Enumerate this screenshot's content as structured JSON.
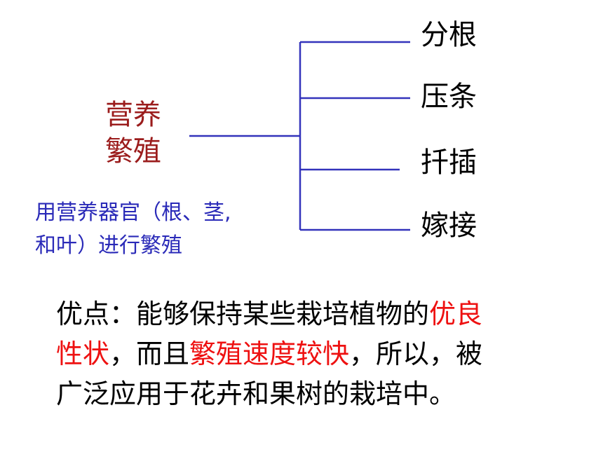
{
  "root": {
    "line1": "营养",
    "line2": "繁殖"
  },
  "description": {
    "line1": "用营养器官（根、茎,",
    "line2": "和叶）进行繁殖"
  },
  "branches": [
    {
      "label": "分根"
    },
    {
      "label": "压条"
    },
    {
      "label": "扦插"
    },
    {
      "label": "嫁接"
    }
  ],
  "note": {
    "line1_a": "优点：能够保持某些栽培植物的",
    "line1_b": "优良",
    "line2_a": "性状",
    "line2_b": "，而且",
    "line2_c": "繁殖速度较快",
    "line2_d": "，所以，被",
    "line3": "广泛应用于花卉和果树的栽培中。"
  },
  "colors": {
    "root_text": "#9b1c1c",
    "description_text": "#2a2ab8",
    "connector_lines": "#3333bb",
    "highlight": "#ee1111",
    "body_text": "#000000"
  }
}
